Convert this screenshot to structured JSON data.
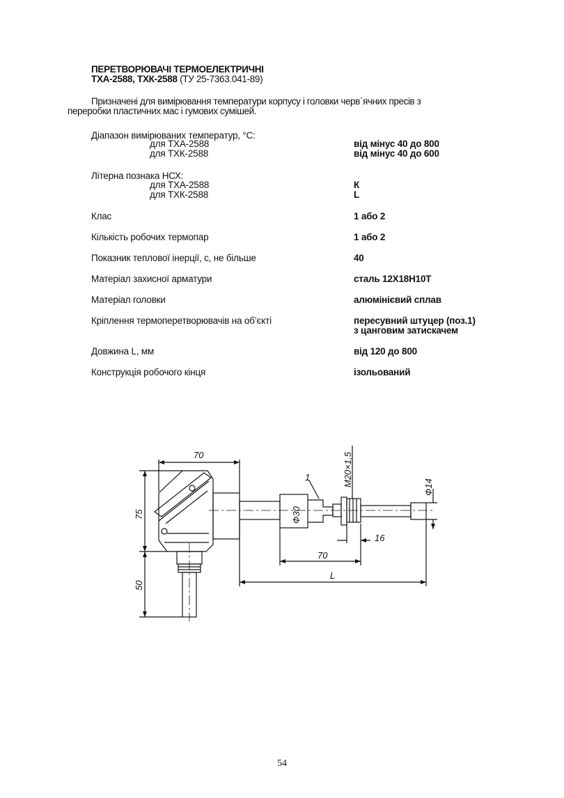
{
  "title": {
    "line1": "ПЕРЕТВОРЮВАЧІ ТЕРМОЕЛЕКТРИЧНІ",
    "line2": "ТХА-2588, ТХК-2588",
    "standard": "(ТУ 25-7363.041-89)"
  },
  "intro": {
    "line1": "Призначені для вимірювання температури корпусу і головки черв`ячних пресів з",
    "line2": "переробки пластичних мас і гумових сумішей."
  },
  "specs": {
    "temp_range": {
      "label": "Діапазон вимірюваних температур, °С:",
      "sub1": "для ТХА-2588",
      "val1": "від мінус 40 до 800",
      "sub2": "для ТХК-2588",
      "val2": "від мінус 40 до 600"
    },
    "nsh": {
      "label": "Літерна познака НСХ:",
      "sub1": "для ТХА-2588",
      "val1": "К",
      "sub2": "для ТХК-2588",
      "val2": "L"
    },
    "class": {
      "label": "Клас",
      "value": "1 або 2"
    },
    "thermocouples": {
      "label": "Кількість робочих термопар",
      "value": "1 або 2"
    },
    "inertia": {
      "label": "Показник теплової інерції, с, не більше",
      "value": "40"
    },
    "armature": {
      "label": "Матеріал захисної арматури",
      "value": "сталь 12Х18Н10Т"
    },
    "head": {
      "label": "Матеріал головки",
      "value": "алюмінієвий сплав"
    },
    "mounting": {
      "label": "Кріплення термоперетворювачів на об’єкті",
      "value1": "пересувний штуцер (поз.1)",
      "value2": "з цанговим затискачем"
    },
    "length": {
      "label": "Довжина L, мм",
      "value": "від 120 до 800"
    },
    "junction": {
      "label": "Конструкція робочого кінця",
      "value": "ізольований"
    }
  },
  "drawing": {
    "dim_top_70": "70",
    "dim_75": "75",
    "dim_50": "50",
    "dim_thread": "М20×1,5",
    "dim_pos1": "1",
    "dim_d30": "Ф30",
    "dim_d14": "Ф14",
    "dim_16": "16",
    "dim_70": "70",
    "dim_L": "L"
  },
  "page_number": "54"
}
